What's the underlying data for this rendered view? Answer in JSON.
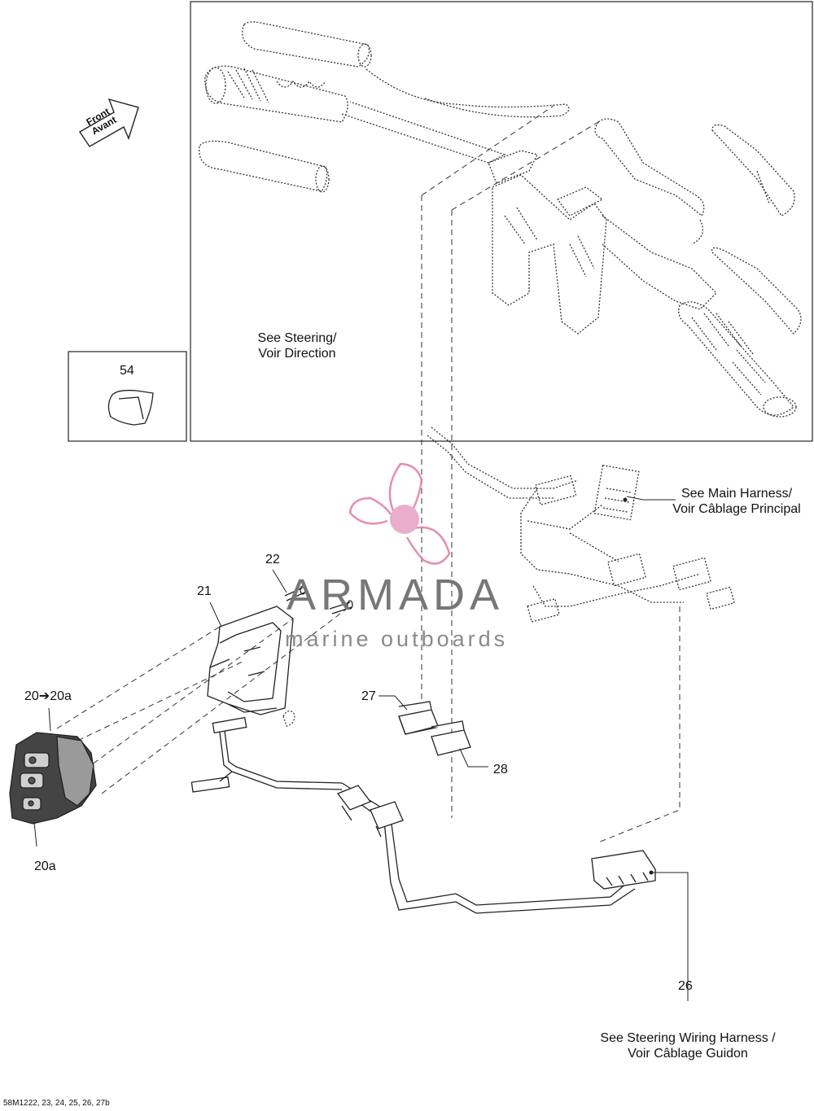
{
  "callouts": {
    "c54": "54",
    "c22": "22",
    "c21": "21",
    "c20": "20➔20a",
    "c20a": "20a",
    "c27": "27",
    "c28": "28",
    "c26": "26"
  },
  "notes": {
    "steering_1": "See Steering/",
    "steering_2": "Voir Direction",
    "main_harness_1": "See Main Harness/",
    "main_harness_2": "Voir Câblage Principal",
    "steering_wiring_1": "See Steering Wiring Harness /",
    "steering_wiring_2": "Voir Câblage Guidon"
  },
  "front_arrow": {
    "line1": "Front",
    "line2": "Avant"
  },
  "watermark": {
    "title": "ARMADA",
    "subtitle": "marine outboards",
    "logo_color": "#e07aa8",
    "text_color": "#777777"
  },
  "footer_ref": "58M1222, 23, 24, 25, 26, 27b"
}
